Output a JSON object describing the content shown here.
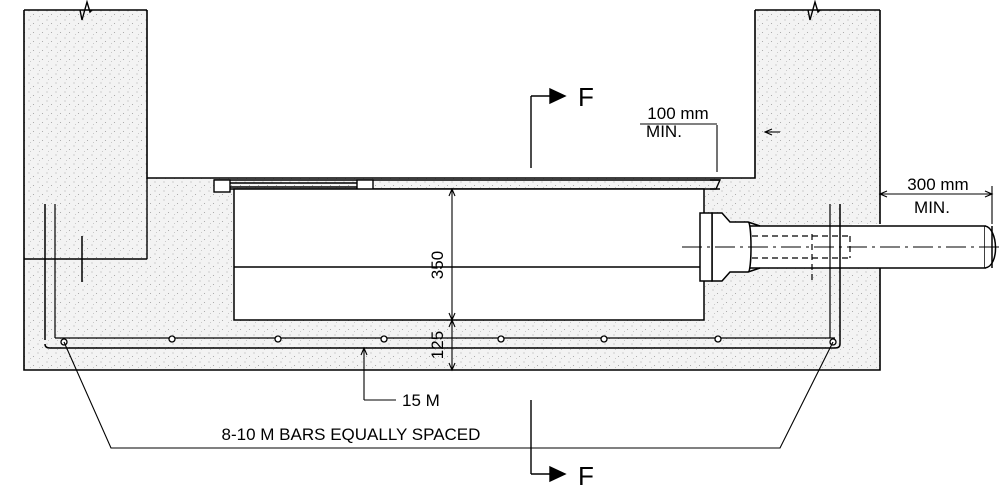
{
  "labels": {
    "section_top": "F",
    "section_bottom": "F",
    "clearance_top_value": "100 mm",
    "clearance_top_min": "MIN.",
    "pipe_clearance_value": "300 mm",
    "pipe_clearance_min": "MIN.",
    "depth_upper": "350",
    "depth_lower": "125",
    "rebar_bottom": "15 M",
    "rebar_bars": "8-10 M BARS EQUALLY SPACED"
  },
  "colors": {
    "line": "#000000",
    "concrete_fill": "#f3f3f3",
    "concrete_dot": "#9a9a9a"
  },
  "icons": {
    "section_arrow": "right-arrow-icon",
    "break_line": "break-line-icon"
  }
}
